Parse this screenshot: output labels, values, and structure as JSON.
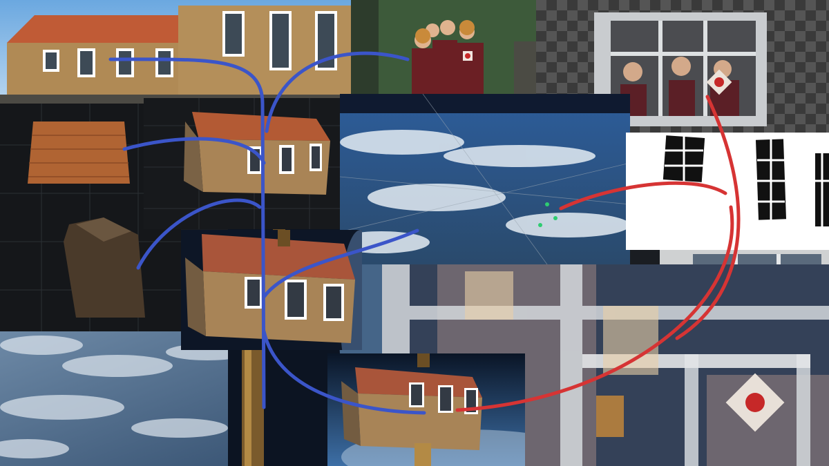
{
  "composition": {
    "panels": [
      {
        "name": "school-building-photo-panel",
        "content": "school-exterior"
      },
      {
        "name": "roof-texture-panel",
        "content": "roof-texture"
      },
      {
        "name": "building-3d-model-panel",
        "content": "building-model"
      },
      {
        "name": "green-screen-children-panel",
        "content": "green-screen"
      },
      {
        "name": "window-alpha-key-panel",
        "content": "alpha-key"
      },
      {
        "name": "earth-clouds-3d-tracking-panel",
        "content": "earth-tracking"
      },
      {
        "name": "window-mask-matte-panel",
        "content": "window-mask"
      },
      {
        "name": "window-closeup-panel",
        "content": "window-closeup"
      },
      {
        "name": "building-in-space-render-panel",
        "content": "space-render"
      },
      {
        "name": "final-composite-panel",
        "content": "final-composite"
      }
    ],
    "connector_colors": {
      "blue": "#3b55c9",
      "red": "#d63434"
    },
    "texts": []
  }
}
